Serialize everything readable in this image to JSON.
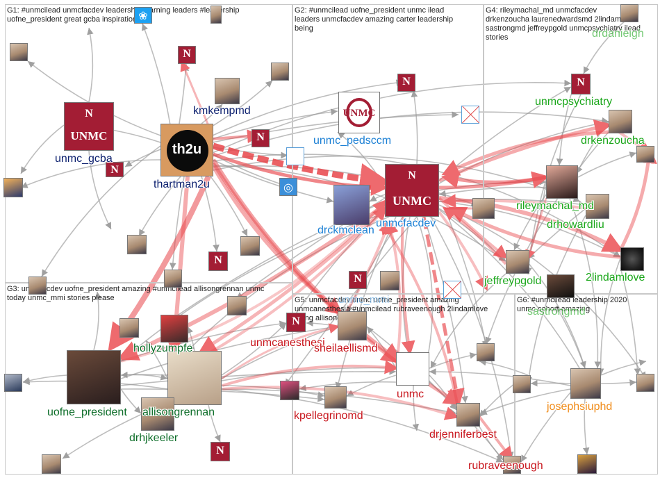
{
  "colors": {
    "edge_gray": "#9a9a9a",
    "edge_red": "#e8454a",
    "g1_label": "#0b1f6e",
    "g2_label": "#1a7fd4",
    "g4_label": "#1aa61a",
    "g3_label": "#0e6e2a",
    "g5_label": "#c8161d",
    "g6_label": "#f08c1a"
  },
  "groups": [
    {
      "id": "G1",
      "label": "G1: #unmcilead unmcfacdev leadership learning leaders #leadership\nuofne_president great gcba inspirational"
    },
    {
      "id": "G2",
      "label": "G2: #unmcilead uofne_president unmc ilead\nleaders unmcfacdev amazing carter leadership\nbeing"
    },
    {
      "id": "G4",
      "label": "G4: rileymachal_md unmcfacdev\ndrkenzoucha laurenedwardsmd 2lindamlove\nsastrongmd jeffreypgold unmcpsychiatry ilead\nstories"
    },
    {
      "id": "G3",
      "label": "G3: unmcfacdev uofne_president amazing #unmcilead allisongrennan unmc\ntoday unmc_mmi stories please"
    },
    {
      "id": "G5",
      "label": "G5: unmcfacdev unmc uofne_president amazing\nunmcanesthesia #unmcilead rubraveenough 2lindamlove\nbeing allisongrennan"
    },
    {
      "id": "G6",
      "label": "G6: #unmcilead leadership 2020\nunmc cohort amazing"
    }
  ],
  "node_labels": {
    "unmc_gcba": "unmc_gcba",
    "thartman2u": "thartman2u",
    "kmkempmd": "kmkempmd",
    "th2u": "th2u",
    "unmc_pedsccm": "unmc_pedsccm",
    "drckmclean": "drckmclean",
    "unmcfacdev": "unmcfacdev",
    "unmc_big": "UNMC",
    "pedsccm_logo": "UNMC",
    "unmcpsychiatry": "unmcpsychiatry",
    "drkenzoucha": "drkenzoucha",
    "rileymachal_md": "rileymachal_md",
    "drhowardliu": "drhowardliu",
    "jeffreypgold": "jeffreypgold",
    "lindamlove": "2lindamlove",
    "sastrongmd": "sastrongmd",
    "drdanieigh": "drdanieigh",
    "hollyzumpfe": "hollyzumpfe",
    "uofne_president": "uofne_president",
    "allisongrennan": "allisongrennan",
    "drhjkeeler": "drhjkeeler",
    "unmcanesthesia": "unmcanesthesi",
    "sheilaellismd": "sheilaellismd",
    "kpellegrinomd": "kpellegrinomd",
    "unmc": "unmc",
    "drjenniferbest": "drjenniferbest",
    "rubraveenough": "rubraveenough",
    "josephsiuphd": "josephsiuphd",
    "unmc_mmi": "unmc_mmi"
  }
}
